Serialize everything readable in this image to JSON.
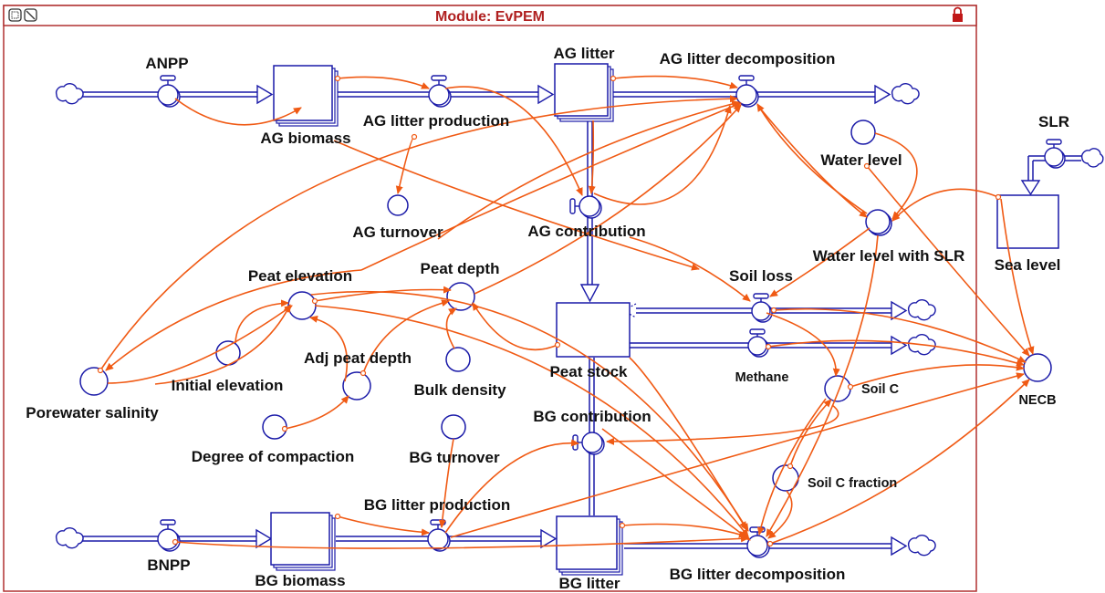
{
  "module": {
    "title": "Module: EvPEM",
    "left_icons": [
      "window-restore-icon",
      "no-entry-icon"
    ],
    "lock_icon": "lock-icon"
  },
  "labels": {
    "anpp": "ANPP",
    "ag_biomass": "AG biomass",
    "ag_litter_production": "AG litter production",
    "ag_litter": "AG litter",
    "ag_litter_decomposition": "AG litter decomposition",
    "ag_turnover": "AG turnover",
    "ag_contribution": "AG contribution",
    "water_level": "Water level",
    "water_level_with_slr": "Water level with SLR",
    "slr": "SLR",
    "sea_level": "Sea level",
    "soil_loss": "Soil loss",
    "peat_elevation": "Peat elevation",
    "peat_depth": "Peat depth",
    "adj_peat_depth": "Adj peat depth",
    "initial_elevation": "Initial elevation",
    "porewater_salinity": "Porewater salinity",
    "bulk_density": "Bulk density",
    "peat_stock": "Peat stock",
    "methane": "Methane",
    "soil_c": "Soil C",
    "necb": "NECB",
    "degree_of_compaction": "Degree of compaction",
    "bg_contribution": "BG contribution",
    "bg_turnover": "BG turnover",
    "soil_c_fraction": "Soil C fraction",
    "bg_litter_production": "BG litter production",
    "bnpp": "BNPP",
    "bg_biomass": "BG biomass",
    "bg_litter": "BG litter",
    "bg_litter_decomposition": "BG litter decomposition"
  },
  "colors": {
    "stock_flow": "#1a1aa8",
    "connector": "#f05a14",
    "module_border": "#b03030",
    "title_text": "#b02020"
  }
}
